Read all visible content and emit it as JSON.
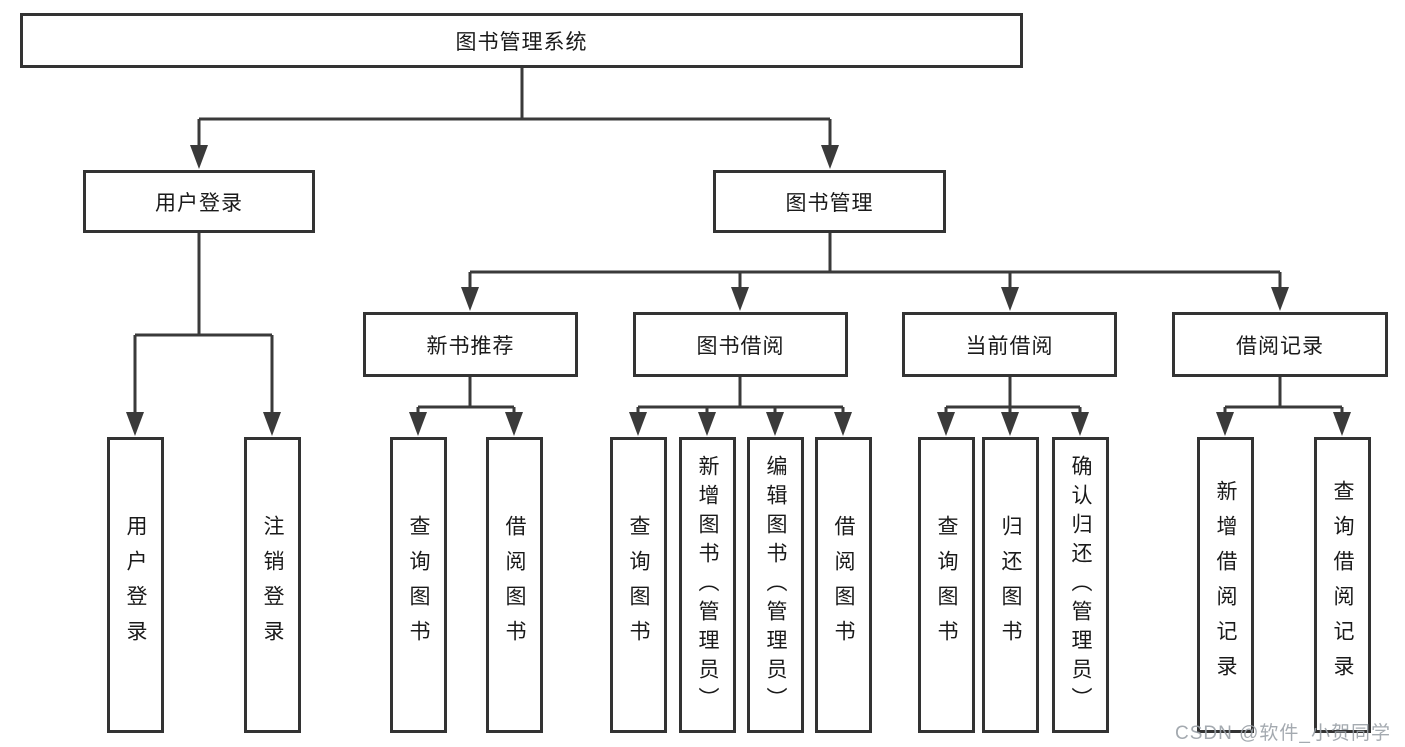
{
  "tree": {
    "root": {
      "label": "图书管理系统"
    },
    "branches": [
      {
        "label": "用户登录",
        "children": [
          {
            "label": "用户登录"
          },
          {
            "label": "注销登录"
          }
        ]
      },
      {
        "label": "图书管理",
        "children": [
          {
            "label": "新书推荐",
            "children": [
              {
                "label": "查询图书"
              },
              {
                "label": "借阅图书"
              }
            ]
          },
          {
            "label": "图书借阅",
            "children": [
              {
                "label": "查询图书"
              },
              {
                "label": "新增图书（管理员）"
              },
              {
                "label": "编辑图书（管理员）"
              },
              {
                "label": "借阅图书"
              }
            ]
          },
          {
            "label": "当前借阅",
            "children": [
              {
                "label": "查询图书"
              },
              {
                "label": "归还图书"
              },
              {
                "label": "确认归还（管理员）"
              }
            ]
          },
          {
            "label": "借阅记录",
            "children": [
              {
                "label": "新增借阅记录"
              },
              {
                "label": "查询借阅记录"
              }
            ]
          }
        ]
      }
    ]
  },
  "watermark": {
    "text": "CSDN @软件_小贺同学"
  },
  "colors": {
    "line": "#3a3a3a",
    "border": "#333333",
    "fill": "#ffffff",
    "text": "#1a1a1a",
    "watermark": "#9ba1a8"
  }
}
